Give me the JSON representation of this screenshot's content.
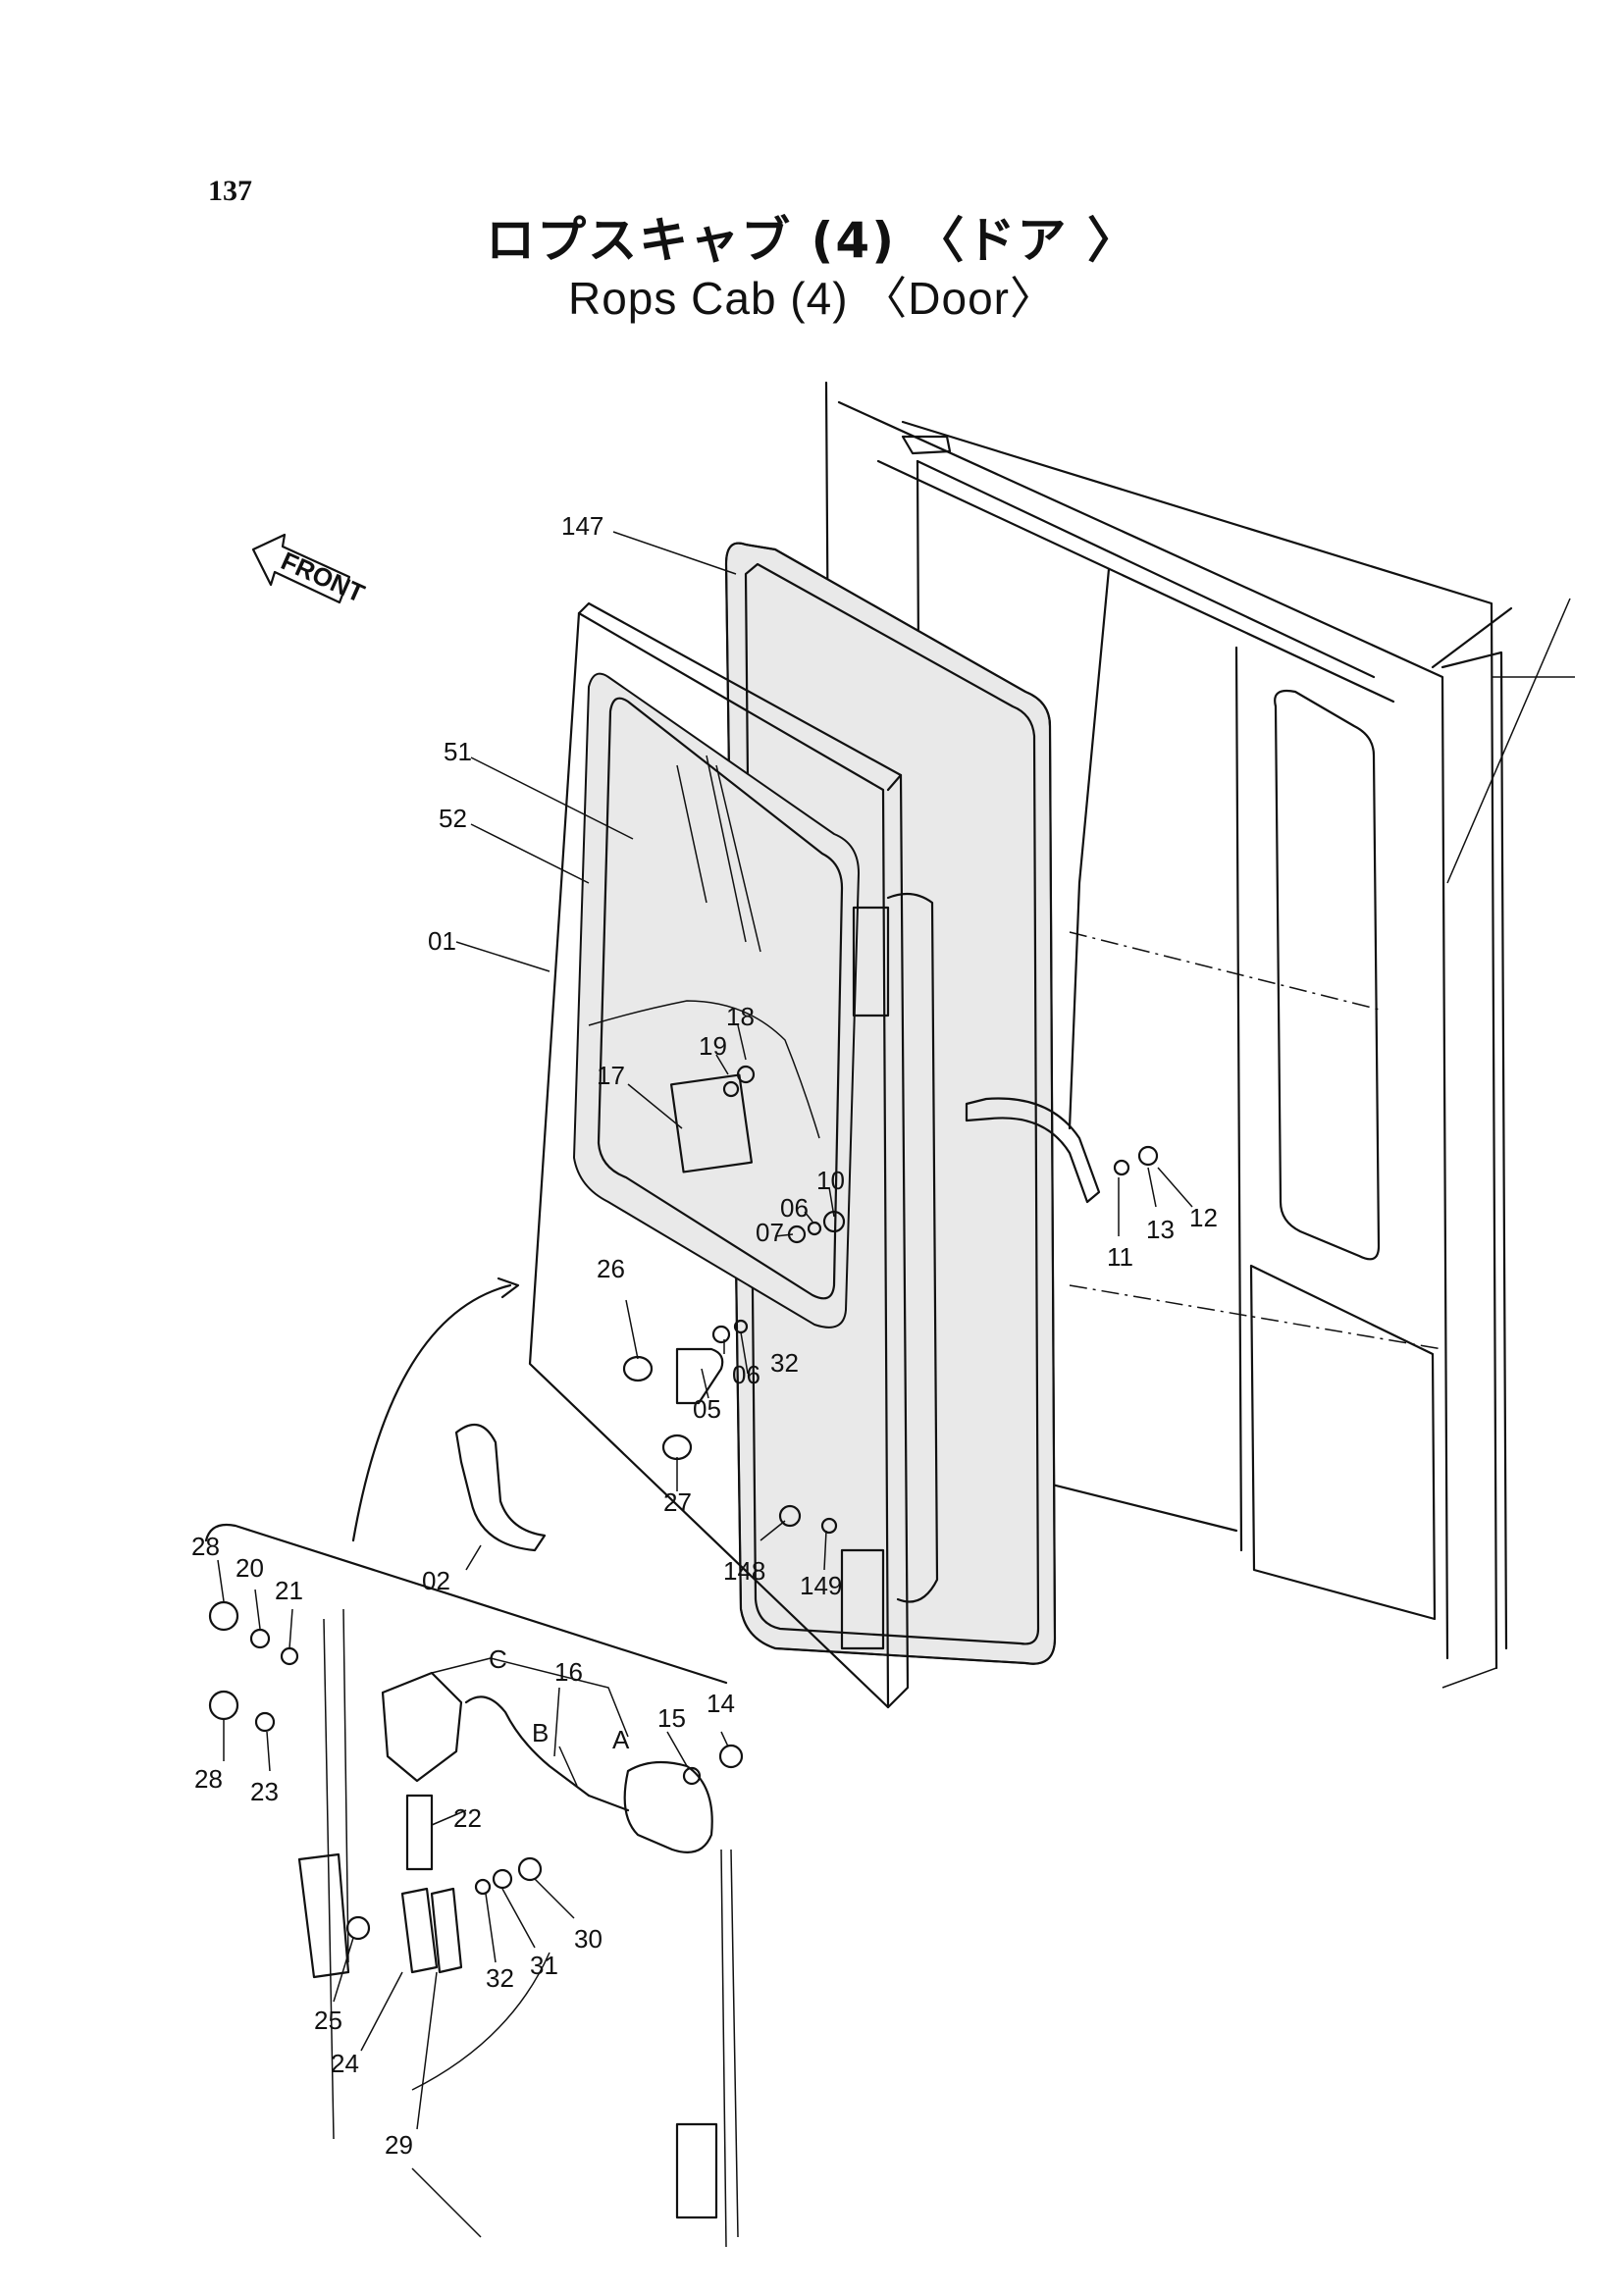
{
  "page_number": "137",
  "title_jp": "ロプスキャブ (4) 〈ドア 〉",
  "title_en": "Rops Cab (4) 〈Door〉",
  "front_label": "FRONT",
  "callouts": {
    "c147": "147",
    "c51": "51",
    "c52": "52",
    "c01": "01",
    "c19": "19",
    "c18": "18",
    "c17": "17",
    "c06a": "06",
    "c10": "10",
    "c07": "07",
    "c12": "12",
    "c13": "13",
    "c11": "11",
    "c26": "26",
    "c06b": "06",
    "c32a": "32",
    "c05": "05",
    "c27": "27",
    "c02": "02",
    "c148": "148",
    "c149": "149",
    "c28a": "28",
    "c20": "20",
    "c21": "21",
    "c16": "16",
    "cC": "C",
    "cB": "B",
    "cA": "A",
    "c15": "15",
    "c14": "14",
    "c28b": "28",
    "c23": "23",
    "c22": "22",
    "c25": "25",
    "c32b": "32",
    "c31": "31",
    "c30": "30",
    "c24": "24",
    "c29": "29"
  }
}
